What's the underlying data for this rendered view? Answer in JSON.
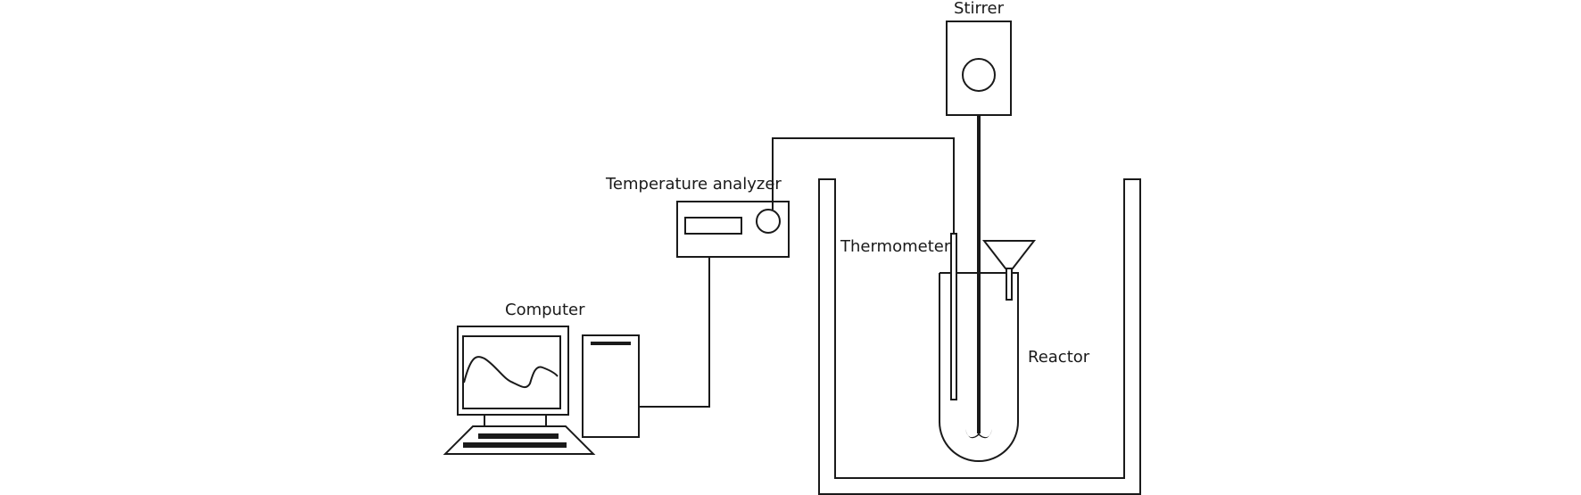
{
  "labels": {
    "stirrer": "Stirrer",
    "temperature_analyzer": "Temperature analyzer",
    "thermometer": "Thermometer",
    "computer": "Computer",
    "reactor": "Reactor"
  }
}
